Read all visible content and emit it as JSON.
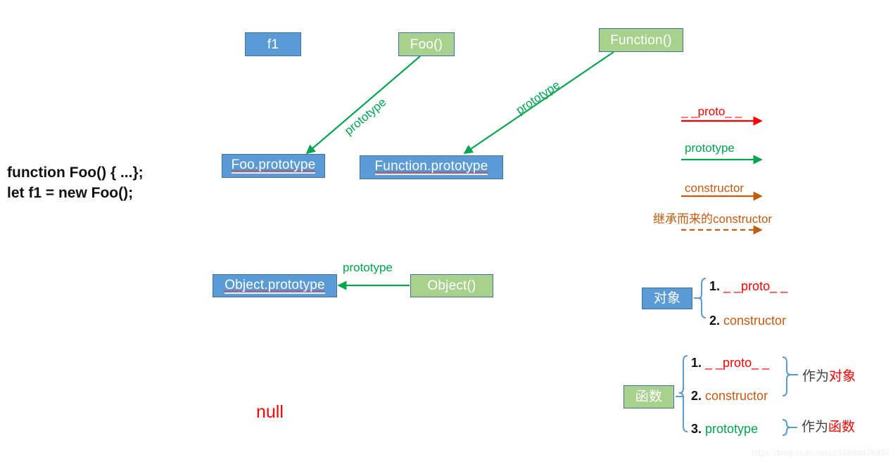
{
  "page": {
    "title": "JavaScript prototype chain diagram",
    "background": "#ffffff",
    "watermark": "https://blog.csdn.net/cc18868876837"
  },
  "colors": {
    "box_blue": "#5b9bd5",
    "box_green": "#a9d18e",
    "box_border": "#41719c",
    "arrow_green": "#00a550",
    "arrow_red": "#ff0000",
    "arrow_orange": "#c55a11",
    "brace_blue": "#5b9bd5",
    "text_dark": "#111111"
  },
  "code": {
    "line1": "function Foo() { ...};",
    "line2": "let f1 = new Foo();"
  },
  "nodes": [
    {
      "id": "f1",
      "label": "f1",
      "style": "blue",
      "squiggle": false
    },
    {
      "id": "foo-fn",
      "label": "Foo()",
      "style": "green",
      "squiggle": false
    },
    {
      "id": "function-fn",
      "label": "Function()",
      "style": "green",
      "squiggle": false
    },
    {
      "id": "foo-prototype",
      "label": "Foo.prototype",
      "style": "blue",
      "squiggle": true
    },
    {
      "id": "function-prototype",
      "label": "Function.prototype",
      "style": "blue",
      "squiggle": true
    },
    {
      "id": "object-prototype",
      "label": "Object.prototype",
      "style": "blue",
      "squiggle": true
    },
    {
      "id": "object-fn",
      "label": "Object()",
      "style": "green",
      "squiggle": false
    }
  ],
  "edges": [
    {
      "id": "foo-to-foo-prototype",
      "label": "prototype",
      "from": "foo-fn",
      "to": "foo-prototype"
    },
    {
      "id": "function-to-function-prototype",
      "label": "prototype",
      "from": "function-fn",
      "to": "function-prototype"
    },
    {
      "id": "object-to-object-prototype",
      "label": "prototype",
      "from": "object-fn",
      "to": "object-prototype"
    }
  ],
  "null_label": "null",
  "legend": [
    {
      "id": "legend-proto",
      "text": "_ _proto_ _",
      "color": "red",
      "line": "solid"
    },
    {
      "id": "legend-prototype",
      "text": "prototype",
      "color": "green",
      "line": "solid"
    },
    {
      "id": "legend-constructor",
      "text": "constructor",
      "color": "orange",
      "line": "solid"
    },
    {
      "id": "legend-inherited-constructor",
      "text": "继承而来的constructor",
      "color": "orange",
      "line": "dashed"
    }
  ],
  "object_group": {
    "box_label": "对象",
    "box_style": "blue",
    "items": [
      {
        "num": "1.",
        "text": "_ _proto_ _",
        "color": "red"
      },
      {
        "num": "2.",
        "text": "constructor",
        "color": "orange"
      }
    ]
  },
  "function_group": {
    "box_label": "函数",
    "box_style": "green",
    "items": [
      {
        "num": "1.",
        "text": "_ _proto_ _",
        "color": "red"
      },
      {
        "num": "2.",
        "text": "constructor",
        "color": "orange"
      },
      {
        "num": "3.",
        "text": "prototype",
        "color": "green"
      }
    ],
    "annotations": [
      {
        "id": "as-object",
        "prefix": "作为",
        "highlight": "对象"
      },
      {
        "id": "as-function",
        "prefix": "作为",
        "highlight": "函数"
      }
    ]
  }
}
